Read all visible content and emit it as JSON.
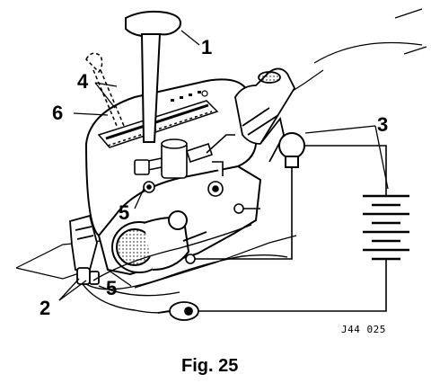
{
  "figure": {
    "caption": "Fig. 25",
    "reference_code": "J44  025"
  },
  "callouts": {
    "c1": "1",
    "c2": "2",
    "c3": "3",
    "c4": "4",
    "c5a": "5",
    "c5b": "5",
    "c6": "6"
  },
  "colors": {
    "ink": "#000000",
    "paper": "#ffffff",
    "shade": "#bdbdbd"
  }
}
